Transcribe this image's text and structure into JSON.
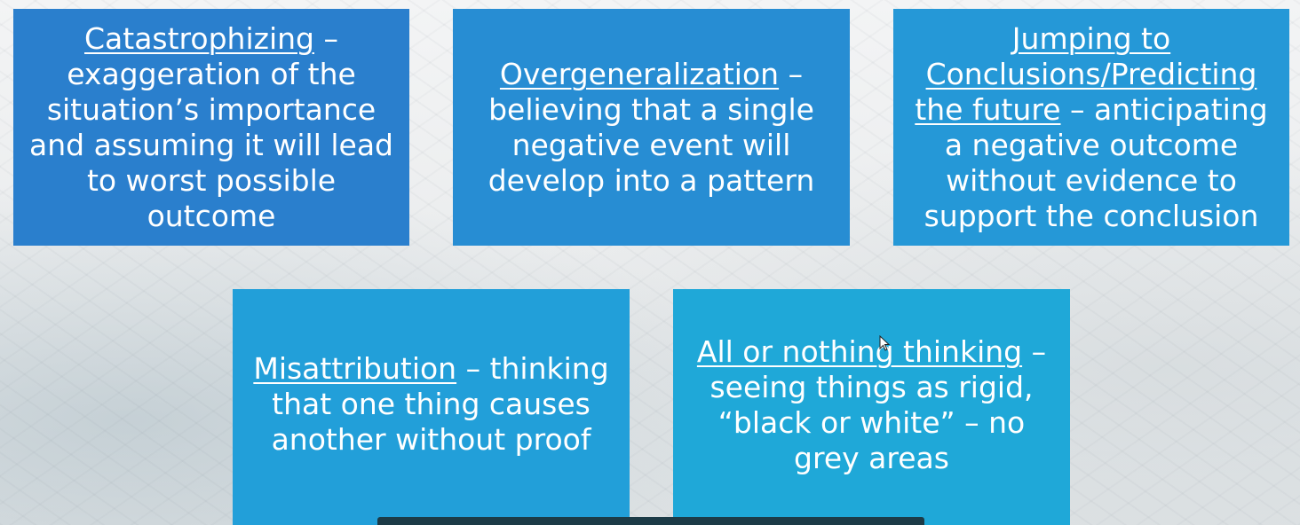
{
  "cards": [
    {
      "term": "Catastrophizing",
      "description": " – exaggeration of the situation’s importance and assuming it will lead to worst possible outcome"
    },
    {
      "term": "Overgeneralization",
      "description": " – believing that a single negative event will develop into a pattern"
    },
    {
      "term": "Jumping to Conclusions/Predicting the future",
      "description": " – anticipating a negative outcome without evidence to support the conclusion"
    },
    {
      "term": "Misattribution",
      "description": " – thinking that one thing causes another without proof"
    },
    {
      "term": "All or nothing thinking",
      "description": " – seeing things as rigid, “black or white” – no grey areas"
    }
  ]
}
